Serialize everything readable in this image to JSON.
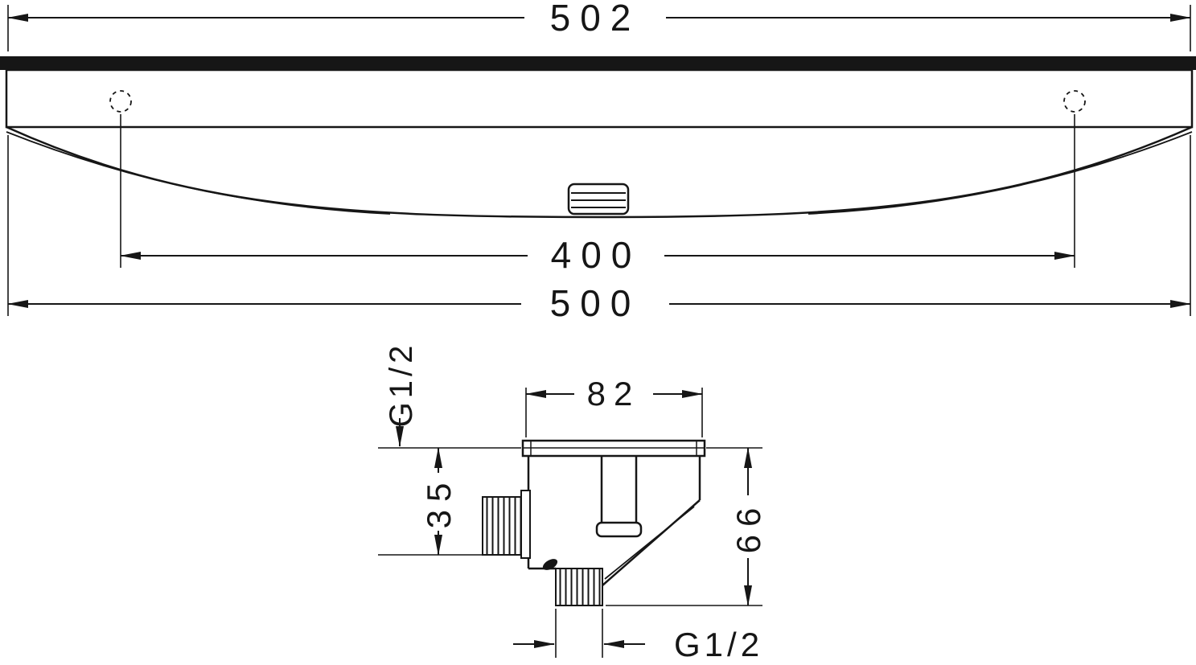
{
  "meta": {
    "background": "#ffffff",
    "ink": "#161616"
  },
  "rail_view": {
    "dim_top_overall": "502",
    "dim_hole_spacing": "400",
    "dim_bottom_overall": "500"
  },
  "bracket_view": {
    "dim_plate_width": "82",
    "label_inlet_thread": "G1/2",
    "dim_inlet_offset": "35",
    "dim_height": "66",
    "label_outlet_thread": "G1/2"
  }
}
